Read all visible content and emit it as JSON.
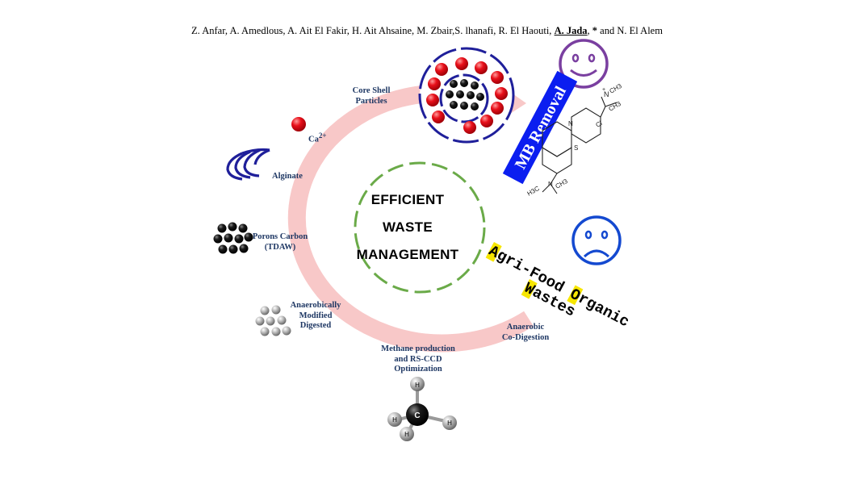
{
  "authors": {
    "plain_1": "Z. Anfar, A. Amedlous, A. Ait El Fakir, H. Ait Ahsaine, M. Zbair,S. lhanafi, R. El Haouti, ",
    "underlined": "A. Jada",
    "plain_2": ", ",
    "asterisk": "*",
    "plain_3": " and N. El Alem"
  },
  "center": {
    "line1": "EFFICIENT",
    "line2": "WASTE",
    "line3": "MANAGEMENT"
  },
  "labels": {
    "core_shell_1": "Core Shell",
    "core_shell_2": "Particles",
    "calcium_base": "Ca",
    "calcium_sup": "2+",
    "alginate": "Alginate",
    "porous_1": "Porons Carbon",
    "porous_2": "(TDAW)",
    "anaerobic_modified_1": "Anaerobically",
    "anaerobic_modified_2": "Modified",
    "anaerobic_modified_3": "Digested",
    "methane_1": "Methane production",
    "methane_2": "and RS-CCD",
    "methane_3": "Optimization",
    "codigestion_1": "Anaerobic",
    "codigestion_2": "Co-Digestion"
  },
  "mb_removal": "MB Removal",
  "agri": {
    "a_letter": "A",
    "a_rest": "gri-Food ",
    "o_letter": "O",
    "o_rest": "rganic",
    "w_letter": "W",
    "w_rest": "astes"
  },
  "molecule": {
    "methylene_blue": {
      "n_top": "N",
      "n_plus": "+",
      "ch3_a": "CH3",
      "ch3_b": "CH3",
      "cl": "Cl",
      "n_ring": "N",
      "s_ring": "S",
      "h3c": "H3C",
      "n_bottom": "N",
      "ch3_c": "CH3"
    },
    "methane": {
      "carbon": "C",
      "h1": "H",
      "h2": "H",
      "h3": "H",
      "h4": "H"
    }
  },
  "colors": {
    "ring": "#f8c8c8",
    "label_text": "#1f3864",
    "dark_blue": "#1f1f9a",
    "red_sphere": "#e8101a",
    "dashed_circle": "#6aaa48",
    "mb_banner": "#0b1ef0",
    "happy_face": "#7a3fa0",
    "sad_face": "#1449d0",
    "highlight": "#f7e600"
  },
  "icons": [
    "happy-face-icon",
    "sad-face-icon",
    "calcium-sphere-icon",
    "alginate-icon",
    "porous-carbon-icon",
    "digested-particles-icon",
    "methane-molecule-icon",
    "methylene-blue-molecule-icon",
    "core-shell-particle-icon"
  ]
}
